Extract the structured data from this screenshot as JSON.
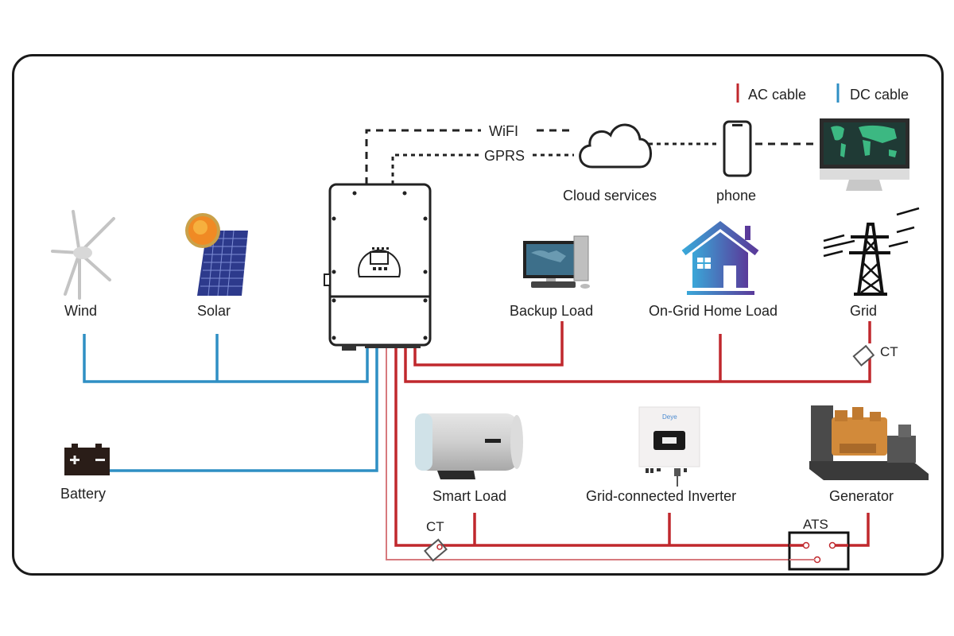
{
  "legend": {
    "ac_label": "AC cable",
    "dc_label": "DC cable",
    "ac_color": "#c0282d",
    "dc_color": "#2f8fc4"
  },
  "communication": {
    "wifi_label": "WiFI",
    "gprs_label": "GPRS",
    "cloud_label": "Cloud services",
    "phone_label": "phone"
  },
  "sources": {
    "wind_label": "Wind",
    "solar_label": "Solar",
    "battery_label": "Battery"
  },
  "loads": {
    "backup_label": "Backup Load",
    "ongrid_label": "On-Grid Home Load",
    "grid_label": "Grid",
    "smart_label": "Smart Load",
    "gridinv_label": "Grid-connected Inverter",
    "gridinv_brand": "Deye",
    "generator_label": "Generator"
  },
  "sensors": {
    "ct_grid_label": "CT",
    "ct_smart_label": "CT",
    "ats_label": "ATS"
  },
  "icons": {
    "wind": "wind-turbine-icon",
    "solar": "solar-panel-icon",
    "battery": "battery-icon",
    "inverter": "hybrid-inverter-icon",
    "cloud": "cloud-icon",
    "phone": "smartphone-icon",
    "monitor": "monitor-world-map-icon",
    "backup": "desktop-computer-icon",
    "home": "house-icon",
    "grid": "power-tower-icon",
    "smart": "water-heater-icon",
    "gridinv": "grid-inverter-icon",
    "generator": "generator-icon"
  }
}
